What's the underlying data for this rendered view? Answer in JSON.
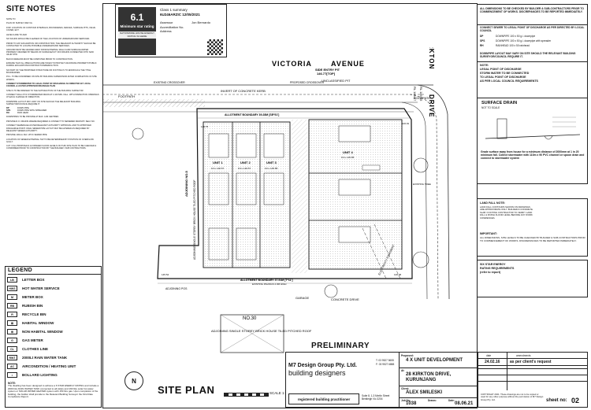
{
  "site_notes": {
    "title": "SITE NOTES",
    "paragraphs": [
      "NOTE TO:",
      "PLAN OF SURVEY, REF No.",
      "FOR: LOCATION OF CONTOUR INTERVALS, BOUNDARIES, FENCES, SURFACE PITS, VALVE COVER, ECT.",
      "LEVELS ARE TO AHD",
      "NO SOLIDS WOULD BE CLEANED OF THE LOCATION OF UNDERGROUND SERVICES.",
      "PRIOR TO ANY EXCAVATION OR CONSTRUCTION, THE RELEVANT AUTHORITY SHOULD BE CONTACTED TO LOCATE POSSIBLE UNDERGROUND SERVICES.",
      "GROUND MUST BE GRADED AWAY FROM EXTERNAL WALLS AND SURFACE WATER PROPERLY DRAINED BY MEANS OF SURFACE/CUT OFF DRAINS CONNECTED INTO SAID VALID STW.",
      "BLOCK REMAINS MUST BE COMPUTED PRIOR TO CONSTRUCTION.",
      "ENSURE THAT ALL PRECAUTIONS ARE TAKEN TO PROTECT ADJOINING PROPERTY/PUBLIC DURING EXCAVATION/CONSTRUCTION/DEMOLITION.",
      "NO PART OF THE PROPOSED STRUCTURE OR FOOTING IS TO ENCROACH THE TITLE BOUNDARIES.",
      "P.F.L. TO BE CONFIRMED ON SITE BY BUILDING SUPERVISOR AFTER COMPLETION OF SITE WORKS.",
      "CONNECT STORMWATER TO LEGAL POINT OF DISCHARGE AS DIRECTED BY LOCAL COUNCIL & AS PER APPROVED DRAINAGE PLAN",
      "SITE IS TO BE DRAINED TO THE SATISFACTION OF THE BUILDING SURVEYOR.",
      "CONNECT 90mm PVC STORMWATER DRAIN AT 1:100 MIN. FALL. WITH INSPECTION OPENINGS AT EACH CHANGE OF DIRECTION.",
      "DOWNPIPE LAYOUT MAY VARY ON SITE SHOULD THE RELEVANT BUILDING SURVEYOR/COUNCIL REQUIRE IT.",
      "DOWNPIPES TO BE PROVIDE AT MAX. 12M CENTRES",
      "PROVIDE R.O. DRAINS WHERE REQUIRED & CONNECT TO SEWERED DRAIN BY SELF NO.",
      "CONNECT SEWERAGE AS PER RELEVANT AUTHORITY APPROVAL AND TO APPROVED DISCHARGE POINT. FINAL SEWER PIPE LAYOUT MAY BE ALTERED AS REQUIRED BY RELEVANT SEWER AUTHORITY.",
      "PROVIDE 100mm DIA. UPVC SEWER PIPE",
      "LOCATION OF SEWER EXTERNAL TAP TO BE DETERMINED BY POSITION OF OVERFLOW GULLY.",
      "CUT / FILL PROPOSALS & FINISHED FLOOR LEVELS ON THIS SITE PLAN TO BE CHECKED & CONFIRMED PRIOR TO CONSTRUCTION BY THE BUILDER / SUB CONTRACTORS."
    ],
    "abbrevs": [
      {
        "code": "DP",
        "text": "DOWN PIPE"
      },
      {
        "code": "SPS",
        "text": "DOWN PIPE WITH SPREADER"
      },
      {
        "code": "RH",
        "text": "RAIN HEAD"
      }
    ]
  },
  "energy": {
    "class_label": "Class 1 summary",
    "cert_no": "6U246ARZIC 12/05/2021",
    "rating": "6.1",
    "min_label": "Minimum star rating",
    "nathers": "NATIONWIDE HOUSE ENERGY RATING SCHEME",
    "fields": [
      {
        "k": "Assessor",
        "v": "Jon Bernardo"
      },
      {
        "k": "Accreditation No.",
        "v": ""
      },
      {
        "k": "Address",
        "v": ""
      }
    ]
  },
  "title_notes": {
    "heading": "ALL DIMENSIONS TO BE CHECKED BY BUILDER & SUB-CONTRACTORS PRIOR TO COMMENCEMENT OF WORKS. DISCREPANCIES TO BE REPORTED IMMEDIATELY.",
    "sewer": "CONNECT SEWER TO LEGAL POINT OF DISCHARGE AS PER DIRECTED BY LOCAL COUNCIL",
    "pipes": [
      {
        "code": "DP",
        "text": "DOWNPIPE 100 x 50 g.i. downpipe"
      },
      {
        "code": "SPS",
        "text": "DOWNPIPE 100 x 50 g.i. downpipe with spreader"
      },
      {
        "code": "RH",
        "text": "RAINHEAD 100 x 50 rainhead"
      }
    ],
    "downpipe": "DOWNPIPE LAYOUT MAY VARY ON SITE SHOULD THE RELEVANT BUILDING SURVEYOR/COUNCIL REQUIRE IT.",
    "legal_note": [
      "NOTE:",
      "LEGAL POINT OF DISCHARGE",
      "STORM WATER TO BE CONNECTED",
      "TO LEGAL POINT OF DISCHARGE",
      "AS PER LOCAL COUNCIL REQUIREMENTS"
    ]
  },
  "surface_drain": {
    "title": "SURFACE DRAIN",
    "sub": "NOT TO SCALE",
    "note": "Grade surface away from house for a minimum distance of 2000mm at 1 in 20 minimum fall. Collect stormwater with 110m x 90 PVC channel or spoon drain and connect to stormwater system"
  },
  "land_fall": {
    "title": "LAND FALL NOTE:",
    "text": "LAND FALL CONTOURS SHOWN ON DRAWINGS ARE APPROXIMATE ONLY. BUILDER & CONCRETE SLAB / FOOTING CONTRACTOR TO VERIFY LAND FALL & FINISH FLOOR LEVEL BEFORE ANY WORK COMMENCES.",
    "important": "IMPORTANT:",
    "important_text": "ALL DIMENSIONS, SITE LEVELS TO BE CHECKED BY BUILDER & SUB-CONTRACTORS PRIOR TO COMMENCEMENT OF WORKS. DISCREPANCIES TO BE REPORTED IMMEDIATELY."
  },
  "energy_note": {
    "title": "SIX STAR ENERGY",
    "l1": "RATING REQUIREMENTS",
    "l2": "(refer to report)"
  },
  "legend": {
    "title": "LEGEND",
    "items": [
      {
        "sym": "LB",
        "label": "LETTER BOX"
      },
      {
        "sym": "HWS",
        "label": "HOT WATER SERVICE"
      },
      {
        "sym": "M",
        "label": "METER BOX"
      },
      {
        "sym": "RB",
        "label": "RUBISH BIN"
      },
      {
        "sym": "R",
        "label": "RECYCLE BIN"
      },
      {
        "sym": "⊠",
        "label": "HABITAL WINDOW"
      },
      {
        "sym": "⊞",
        "label": "NON HABITAL WINDOW"
      },
      {
        "sym": "G",
        "label": "GAS METER"
      },
      {
        "sym": "CL",
        "label": "CLOTHES LINE"
      },
      {
        "sym": "RWT",
        "label": "2000Lt RAIN WATER TANK"
      },
      {
        "sym": "AC",
        "label": "AIRCONDITION / HEATING UNIT"
      },
      {
        "sym": "◐",
        "label": "BOLLARD LIGHTING"
      }
    ],
    "note_title": "NOTE:",
    "note": "The dwelling has been designed to achieve a 6 STAR ENERGY RATING and include a 2000 litre RAIN WATER TANK connected to all toilets and 160 litre solar hot water system or SOLAR WATER HEATER system with 150 litre gas. Upon completion of the building, the builder shall provide to the Relevant Building Surveyor the First Rate Compliance Report."
  },
  "plan": {
    "street_top": "VICTORIA",
    "street_top2": "AVENUE",
    "street_right": "KIRKTON",
    "street_right2": "DRIVE",
    "invert": "INVERT OF CONCRETE KERB",
    "footpath": "FOOTPATH",
    "footpath_r": "FOOTPATH",
    "boundary_top": "ALLOTMENT BOUNDARY 39.28M [SE*51']",
    "boundary_bottom": "ALLOTMENT BOUNDARY 37.51M [T*11']",
    "fence_bottom": "EXISTING PALINGS 2.0M HIGH",
    "side_entry": "SIDE ENTRY PIT",
    "side_entry_rl": "146.77[TOP]",
    "unclassified": "UNCLASSIFIED PIT",
    "proposed_crossover": "PROPOSED CROSSOVER",
    "existing_crossover": "EXISTING CROSSOVER",
    "adj_left": "ADJOINING NO.5",
    "adj_left2": "ADJOINING SINGLE STOREY BRICK HOUSE TILED PITCHED ROOF",
    "adj_bottom_no": "NO.30",
    "adj_bottom": "ADJOINING SINGLE STOREY BRICK HOUSE TILED PITCHED ROOF",
    "pos": "ADJOINING POS",
    "garage": "GARAGE",
    "concrete_drive": "CONCRETE DRIVE",
    "units": [
      "UNIT 1",
      "UNIT 2",
      "UNIT 3",
      "UNIT 4"
    ],
    "ffl": [
      "F.F.L 146.57",
      "F.F.L 146.57",
      "F.F.L 145.85",
      "F.F.L 145.85"
    ],
    "electricity": "ELECTRICITY EASEMENT",
    "ffl_r1": "RL 146.57",
    "ffl_r2": "RL 146.65",
    "existing_tree": "EXISTING TREE",
    "level_a": "146.75",
    "level_b": "145.54",
    "level_c": "146.06",
    "level_d": "146.91"
  },
  "site_plan_title": "SITE PLAN",
  "scale": "SCALE 1:300",
  "preliminary": "PRELIMINARY",
  "company": {
    "name": "M7 Design Group Pty. Ltd.",
    "sub": "building designers",
    "phone1": "T: 03 9527 5655",
    "phone2": "F: 03 9527 6888",
    "reg": "registered building practitioner",
    "address": "Suite 8, 1-3 Merlin Street Bentleigh Vic 3204"
  },
  "title_block": {
    "proposed_label": "Proposed:",
    "proposed": "4 X UNIT DEVELOPMENT",
    "at_label": "At:",
    "at": "28 KIRKTON DRIVE, KURUNJANG",
    "client_label": "Client:",
    "client": "ALEX SMILESKI",
    "job_label": "Job No:",
    "job": "1038",
    "drawn_label": "Drawn:",
    "drawn": "",
    "date_label": "Date:",
    "date": "08.06.21",
    "amend_date_label": "date",
    "amend_date": "24.02.16",
    "amend_label": "amendments",
    "amend": "as per client's request",
    "copyright": "COPYRIGHT 2021: These drawings are not to be copied or used for any other purpose without the permission of M7 Design Group Pty. Ltd.",
    "sheet_label": "sheet no:",
    "sheet": "02"
  }
}
